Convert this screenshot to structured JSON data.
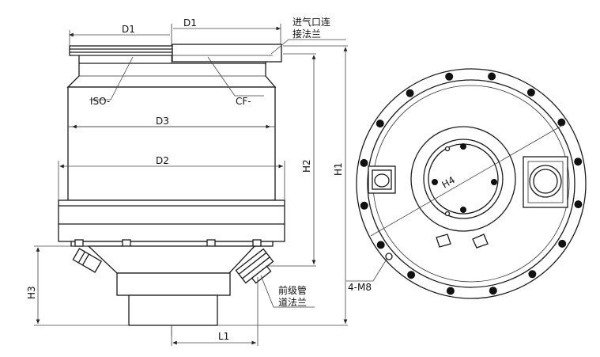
{
  "labels": {
    "d1_left": "D1",
    "d1_right": "D1",
    "inlet_line1": "进气口连",
    "inlet_line2": "接法兰",
    "iso": "ISO-",
    "cf": "CF-",
    "d3": "D3",
    "d2": "D2",
    "h1": "H1",
    "h2": "H2",
    "h3": "H3",
    "l1": "L1",
    "foreline_line1": "前级管",
    "foreline_line2": "道法兰",
    "h4": "H4",
    "bolts": "4-M8"
  }
}
